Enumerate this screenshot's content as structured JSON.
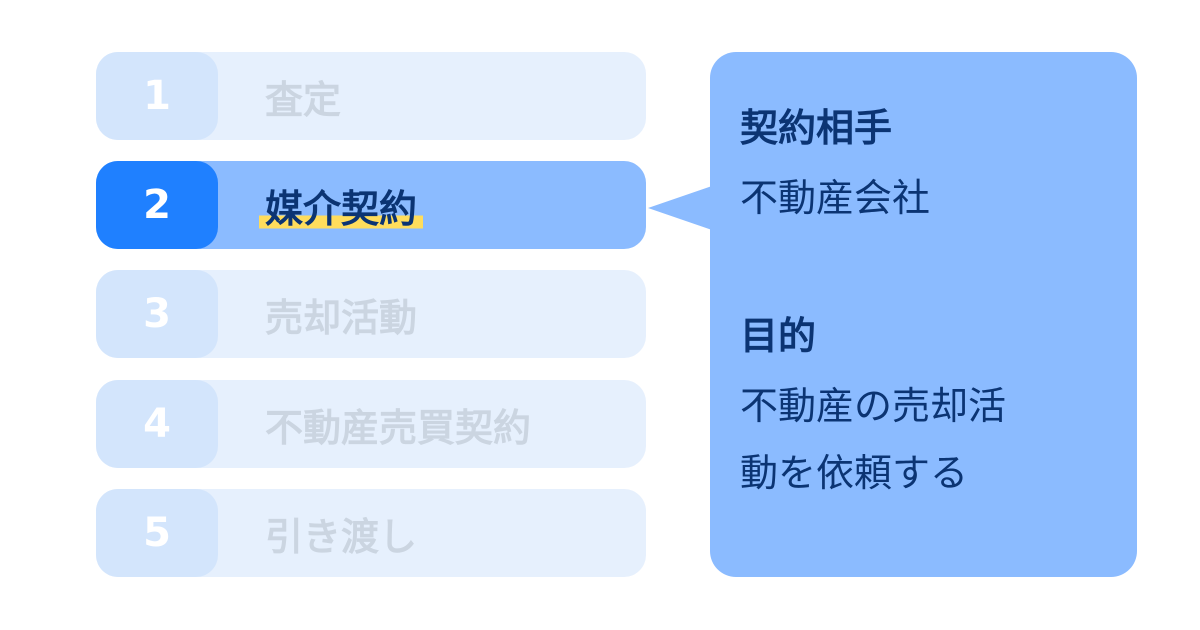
{
  "steps": [
    {
      "num": "1",
      "label": "査定"
    },
    {
      "num": "2",
      "label": "媒介契約"
    },
    {
      "num": "3",
      "label": "売却活動"
    },
    {
      "num": "4",
      "label": "不動産売買契約"
    },
    {
      "num": "5",
      "label": "引き渡し"
    }
  ],
  "active_step": 2,
  "callout": {
    "party_heading": "契約相手",
    "party_value": "不動産会社",
    "purpose_heading": "目的",
    "purpose_line1": "不動産の売却活",
    "purpose_line2": "動を依頼する"
  },
  "colors": {
    "active_bg": "#8BBBFF",
    "active_num": "#1F80FF",
    "inactive_bg": "#E6F0FD",
    "text_dark": "#0B3473",
    "highlight": "#FFDD5C"
  }
}
